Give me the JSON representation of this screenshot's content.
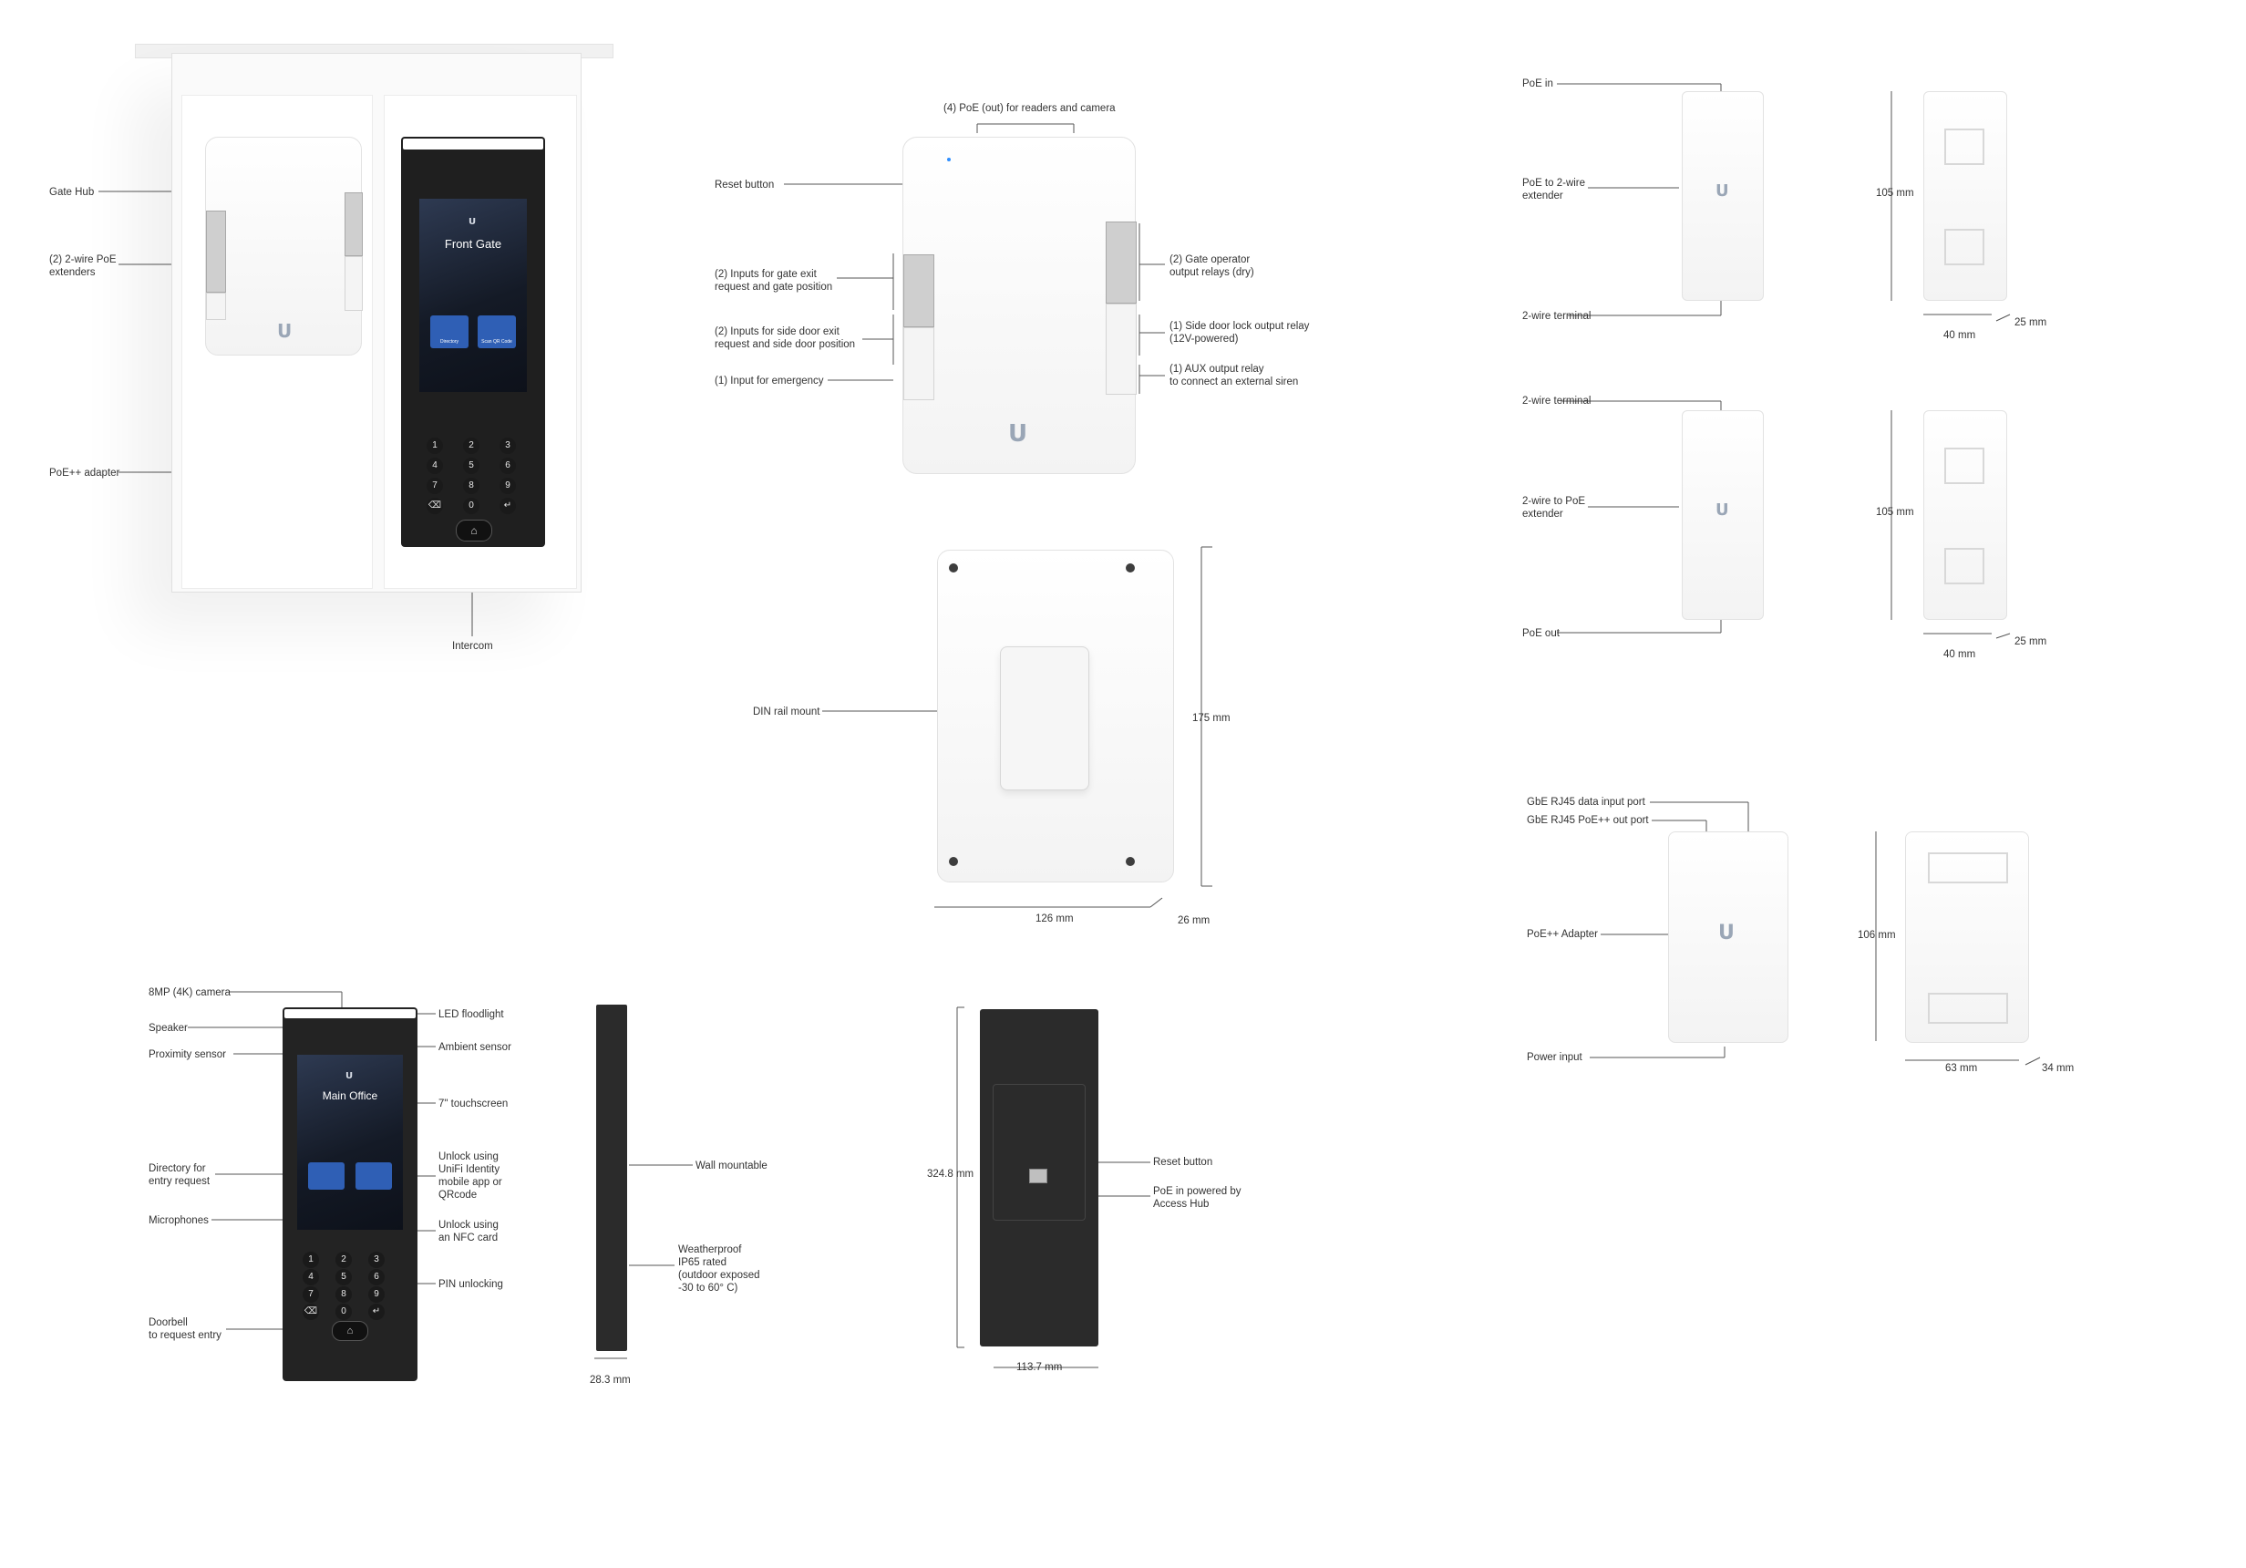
{
  "kit": {
    "labels": {
      "gate_hub": "Gate Hub",
      "extenders": "(2) 2-wire PoE\nextenders",
      "adapter": "PoE++ adapter",
      "intercom": "Intercom"
    },
    "screen_title": "Front Gate",
    "screen_btn_left": "Directory",
    "screen_btn_right": "Scan QR Code"
  },
  "hub_front": {
    "top_label": "(4) PoE (out) for readers and camera",
    "left": [
      "Reset button",
      "(2) Inputs for gate exit\nrequest and gate position",
      "(2) Inputs for side door exit\nrequest and side door position",
      "(1) Input for emergency"
    ],
    "right": [
      "(2) Gate operator\noutput relays (dry)",
      "(1) Side door lock output relay\n(12V-powered)",
      "(1) AUX output relay\nto connect an external siren"
    ]
  },
  "hub_back": {
    "din": "DIN rail mount",
    "height": "175 mm",
    "width": "126 mm",
    "depth": "26 mm"
  },
  "extender_in": {
    "poe_in": "PoE in",
    "name": "PoE to 2-wire\nextender",
    "terminal": "2-wire terminal",
    "h": "105 mm",
    "w": "40 mm",
    "d": "25 mm"
  },
  "extender_out": {
    "terminal": "2-wire terminal",
    "name": "2-wire to PoE\nextender",
    "poe_out": "PoE out",
    "h": "105 mm",
    "w": "40 mm",
    "d": "25 mm"
  },
  "adapter": {
    "data_in": "GbE RJ45 data input port",
    "poe_out": "GbE RJ45 PoE++ out port",
    "name": "PoE++ Adapter",
    "power": "Power input",
    "h": "106 mm",
    "w": "63 mm",
    "d": "34 mm"
  },
  "intercom_front": {
    "left": [
      "8MP (4K) camera",
      "Speaker",
      "Proximity sensor",
      "Directory for\nentry request",
      "Microphones",
      "Doorbell\nto request entry"
    ],
    "right": [
      "LED floodlight",
      "Ambient sensor",
      "7\" touchscreen",
      "Unlock using\nUniFi Identity\nmobile app or\nQRcode",
      "Unlock using\nan NFC card",
      "PIN unlocking"
    ],
    "screen_title": "Main Office"
  },
  "intercom_side": {
    "wall": "Wall mountable",
    "weather": "Weatherproof\nIP65 rated\n(outdoor exposed\n-30 to 60° C)",
    "depth": "28.3 mm"
  },
  "intercom_back": {
    "height": "324.8 mm",
    "width": "113.7 mm",
    "reset": "Reset button",
    "poe": "PoE in powered by\nAccess Hub"
  },
  "keypad": [
    "1",
    "2",
    "3",
    "4",
    "5",
    "6",
    "7",
    "8",
    "9",
    "⌫",
    "0",
    "↵"
  ],
  "colors": {
    "accent_blue": "#2f5fb5",
    "dark_body": "#2a2a2a",
    "line": "#555555"
  }
}
